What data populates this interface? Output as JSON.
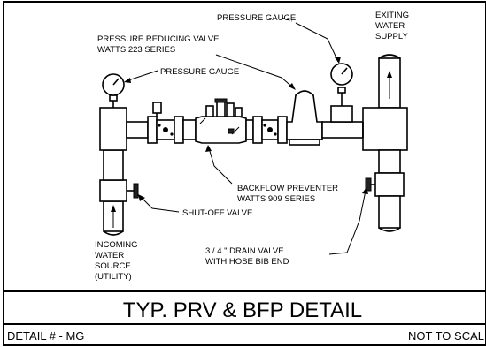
{
  "labels": {
    "pressure_gauge_top": "PRESSURE GAUGE",
    "exiting_water_supply": [
      "EXITING",
      "WATER",
      "SUPPLY"
    ],
    "prv_line1": "PRESSURE REDUCING VALVE",
    "prv_line2": "WATTS 223 SERIES",
    "pressure_gauge_left": "PRESSURE GAUGE",
    "bfp_line1": "BACKFLOW PREVENTER",
    "bfp_line2": "WATTS 909 SERIES",
    "shutoff_valve": "SHUT-OFF VALVE",
    "incoming": [
      "INCOMING",
      "WATER",
      "SOURCE",
      "(UTILITY)"
    ],
    "drain_line1": "3 / 4 \" DRAIN VALVE",
    "drain_line2": "WITH HOSE BIB END"
  },
  "title": "TYP. PRV & BFP DETAIL",
  "footer": {
    "detail_number": "DETAIL # - MG",
    "scale_note": "NOT TO SCAL"
  }
}
